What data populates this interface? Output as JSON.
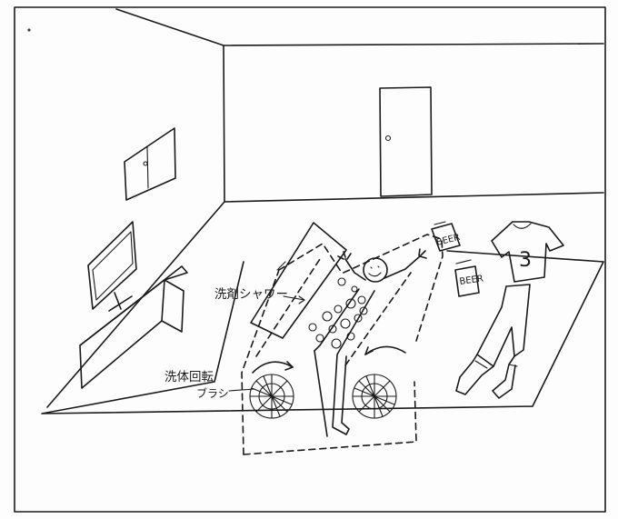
{
  "labels": {
    "shower": "洗剤シャワー",
    "brush_line1": "洗体回転",
    "brush_line2": "ブラシ"
  },
  "beer_cans": [
    {
      "text": "BEER"
    },
    {
      "text": "BEER"
    }
  ],
  "shirt_number": "3"
}
